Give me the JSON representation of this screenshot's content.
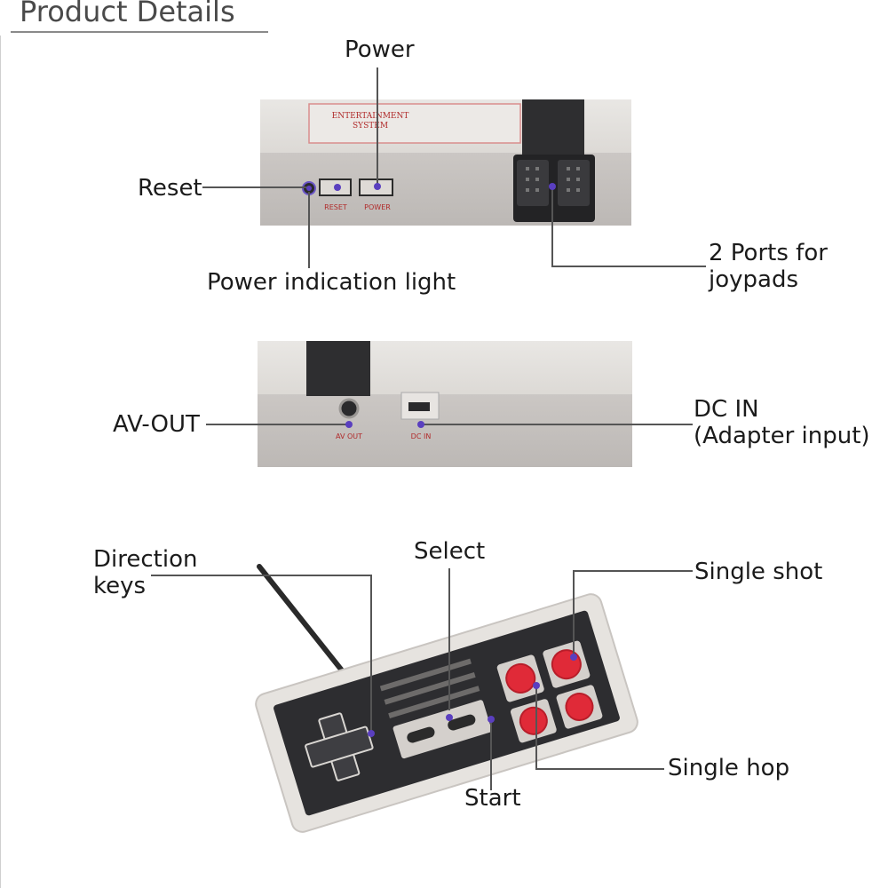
{
  "page": {
    "title": "Product Details"
  },
  "console_front": {
    "badge_line1": "ENTERTAINMENT",
    "badge_line2": "SYSTEM",
    "reset_caption": "RESET",
    "power_caption": "POWER"
  },
  "console_back": {
    "av_caption": "AV OUT",
    "dc_caption": "DC IN"
  },
  "labels": {
    "power": "Power",
    "reset": "Reset",
    "power_light": "Power indication light",
    "ports_line1": "2 Ports for",
    "ports_line2": "joypads",
    "av_out": "AV-OUT",
    "dc_in_line1": "DC IN",
    "dc_in_line2": "(Adapter input)",
    "direction_line1": "Direction",
    "direction_line2": "keys",
    "select": "Select",
    "single_shot": "Single shot",
    "single_hop": "Single hop",
    "start": "Start"
  },
  "colors": {
    "shell": "#e2dfdb",
    "shell_front": "#c4c0bd",
    "dark": "#2c2c2e",
    "red_button": "#e02a38",
    "marker": "#5a3fbf",
    "leader": "#555555"
  }
}
